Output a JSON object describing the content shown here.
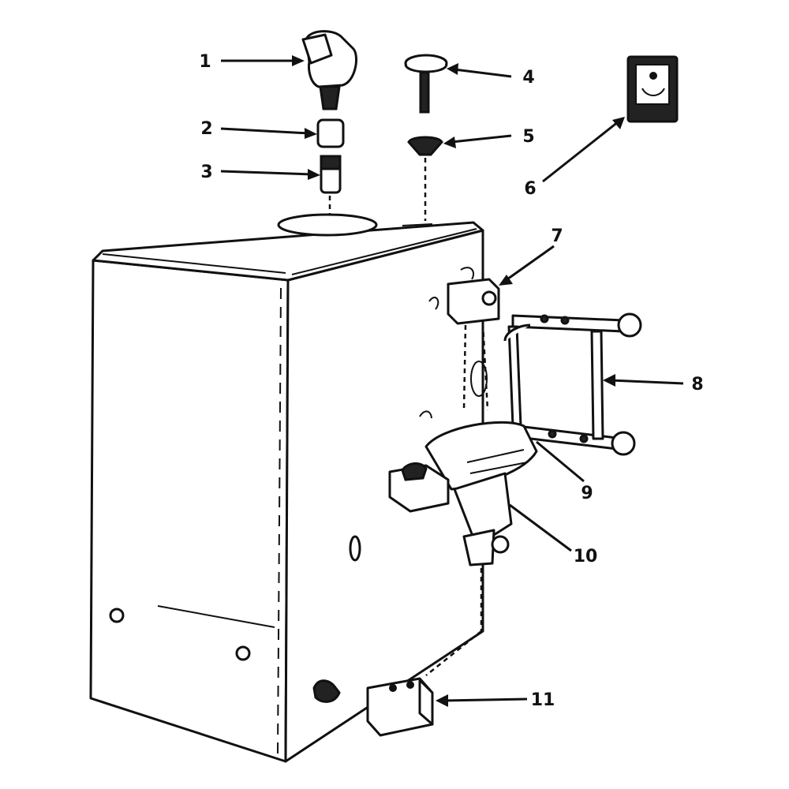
{
  "diagram": {
    "callouts": [
      "1",
      "2",
      "3",
      "4",
      "5",
      "6",
      "7",
      "8",
      "9",
      "10",
      "11"
    ]
  },
  "colors": {
    "ink": "#111111",
    "paper": "#ffffff"
  }
}
